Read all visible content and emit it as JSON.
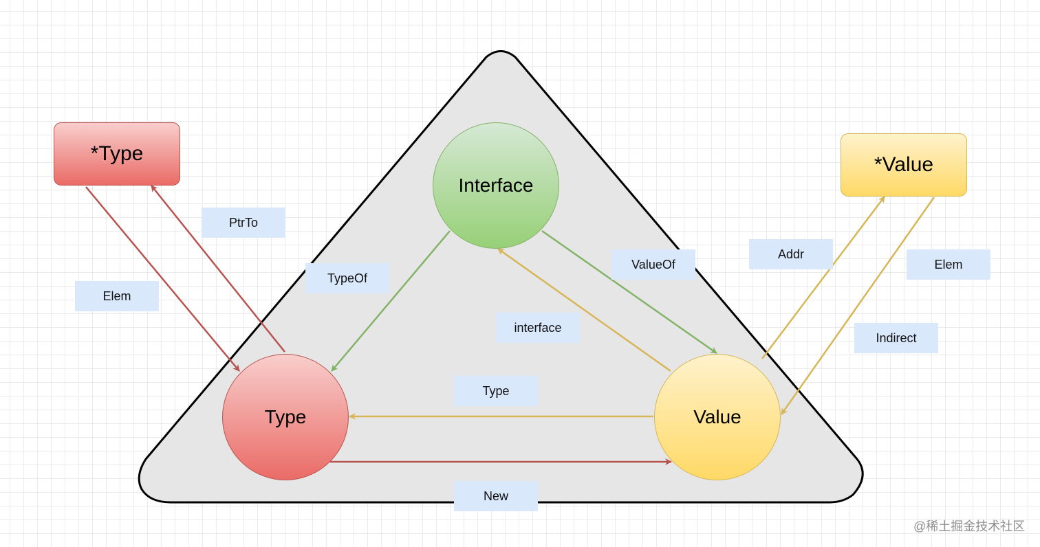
{
  "nodes": {
    "interface": "Interface",
    "type": "Type",
    "value": "Value",
    "ptr_type": "*Type",
    "ptr_value": "*Value"
  },
  "edge_labels": {
    "ptr_to": "PtrTo",
    "elem_left": "Elem",
    "type_of": "TypeOf",
    "value_of": "ValueOf",
    "interface": "interface",
    "type": "Type",
    "new": "New",
    "addr": "Addr",
    "elem_right": "Elem",
    "indirect": "Indirect"
  },
  "watermark": "@稀土掘金技术社区",
  "colors": {
    "red_edge": "#b85450",
    "green_edge": "#82b366",
    "yellow_edge": "#d6b656",
    "label_bg": "#dae8fc",
    "triangle_fill": "#e6e6e6"
  }
}
